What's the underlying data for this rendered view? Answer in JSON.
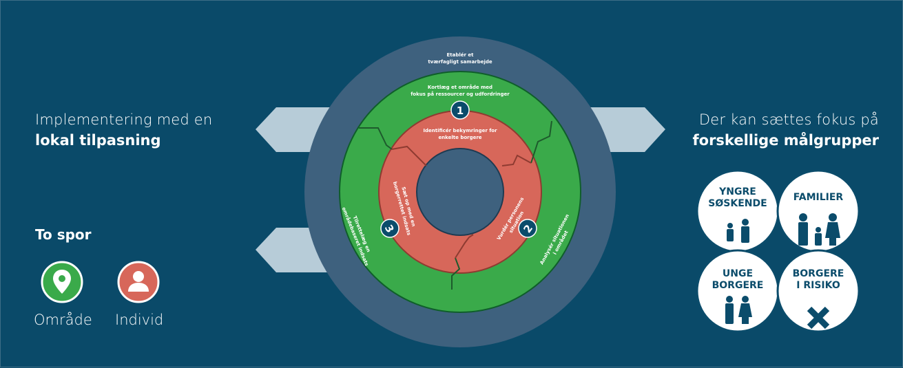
{
  "left": {
    "title_light": "Implementering med en",
    "title_bold": "lokal tilpasning",
    "tracks_title": "To spor",
    "tracks": [
      {
        "label": "Område",
        "icon": "location-pin-icon",
        "color": "#3aaa4a"
      },
      {
        "label": "Individ",
        "icon": "person-icon",
        "color": "#d7675a"
      }
    ]
  },
  "right": {
    "title_light": "Der kan sættes fokus på",
    "title_bold": "forskellige målgrupper",
    "groups": [
      {
        "line1": "YNGRE",
        "line2": "SØSKENDE"
      },
      {
        "line1": "FAMILIER",
        "line2": ""
      },
      {
        "line1": "UNGE",
        "line2": "BORGERE"
      },
      {
        "line1": "BORGERE",
        "line2": "I RISIKO"
      }
    ]
  },
  "cycle": {
    "outer_line1": "Etablér et",
    "outer_line2": "tværfagligt samarbejde",
    "green_top_line1": "Kortlæg et område med",
    "green_top_line2": "fokus på ressourcer og udfordringer",
    "red_top_line1": "Identificér bekymringer for",
    "red_top_line2": "enkelte borgere",
    "red_right_line1": "Vurdér personens",
    "red_right_line2": "situation",
    "red_left_line1": "Sæt op med en",
    "red_left_line2": "borgerrettet indsats",
    "green_right_line1": "Analysér situationen",
    "green_right_line2": "i området",
    "green_left_line1": "Tilrettelæg en",
    "green_left_line2": "områdebaseret indsats",
    "step1": "1",
    "step2": "2",
    "step3": "3"
  },
  "colors": {
    "background": "#0a4a69",
    "outer_ring": "#3e617e",
    "green": "#3aaa4a",
    "red": "#d7675a",
    "arrow": "#b7ccd8"
  }
}
